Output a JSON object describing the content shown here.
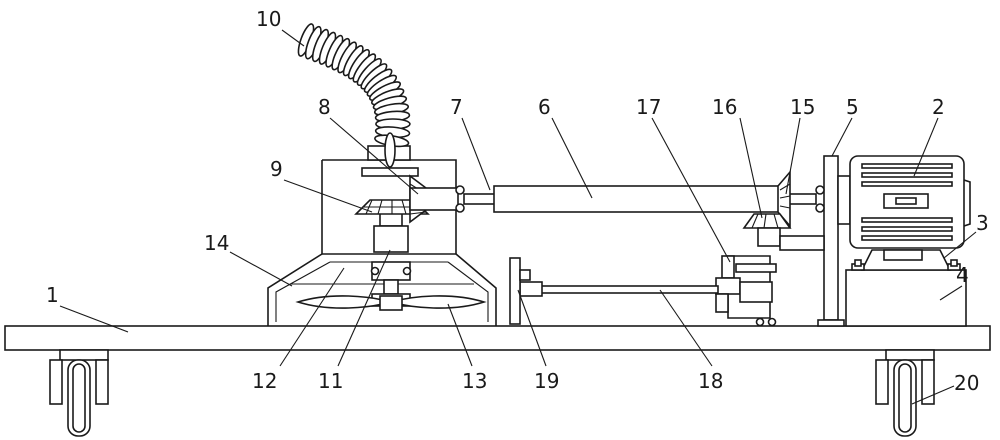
{
  "labels": [
    {
      "id": "1",
      "text": "1"
    },
    {
      "id": "2",
      "text": "2"
    },
    {
      "id": "3",
      "text": "3"
    },
    {
      "id": "4",
      "text": "4"
    },
    {
      "id": "5",
      "text": "5"
    },
    {
      "id": "6",
      "text": "6"
    },
    {
      "id": "7",
      "text": "7"
    },
    {
      "id": "8",
      "text": "8"
    },
    {
      "id": "9",
      "text": "9"
    },
    {
      "id": "10",
      "text": "10"
    },
    {
      "id": "11",
      "text": "11"
    },
    {
      "id": "12",
      "text": "12"
    },
    {
      "id": "13",
      "text": "13"
    },
    {
      "id": "14",
      "text": "14"
    },
    {
      "id": "15",
      "text": "15"
    },
    {
      "id": "16",
      "text": "16"
    },
    {
      "id": "17",
      "text": "17"
    },
    {
      "id": "18",
      "text": "18"
    },
    {
      "id": "19",
      "text": "19"
    },
    {
      "id": "20",
      "text": "20"
    }
  ]
}
